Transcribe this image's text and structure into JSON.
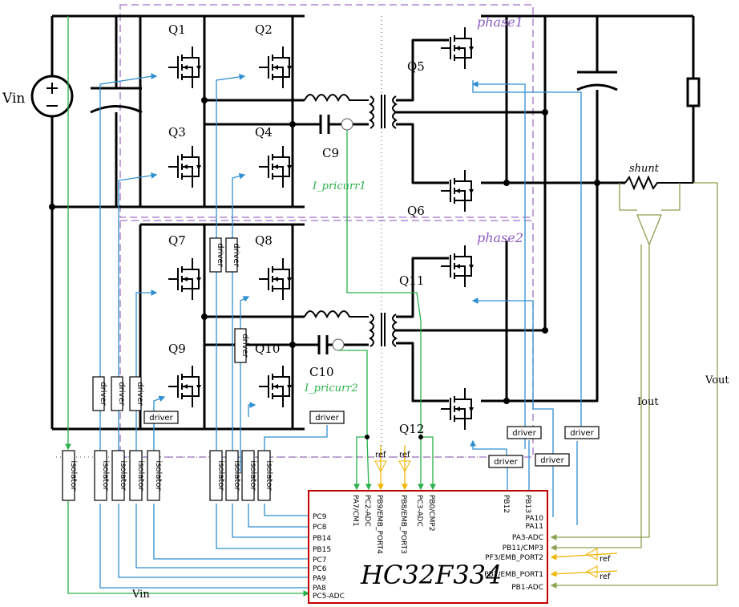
{
  "labels": {
    "vin": "Vin",
    "vin_bottom": "Vin",
    "q1": "Q1",
    "q2": "Q2",
    "q3": "Q3",
    "q4": "Q4",
    "q5": "Q5",
    "q6": "Q6",
    "q7": "Q7",
    "q8": "Q8",
    "q9": "Q9",
    "q10": "Q10",
    "q11": "Q11",
    "q12": "Q12",
    "c9": "C9",
    "c10": "C10",
    "phase1": "phase1",
    "phase2": "phase2",
    "i_pricurr1": "I_pricurr1",
    "i_pricurr2": "I_pricurr2",
    "shunt": "shunt",
    "iout": "Iout",
    "vout": "Vout",
    "ref": "ref",
    "mcu": "HC32F334"
  },
  "blocks": {
    "driver": "driver",
    "isolator": "isolator"
  },
  "mcu_pins": {
    "left": [
      "PC9",
      "PC8",
      "PB14",
      "PB15",
      "PC7",
      "PC6",
      "PA9",
      "PA8",
      "PC5-ADC"
    ],
    "top": [
      "PA7/CM1",
      "PC2-ADC",
      "PB9/EMB_PORT4",
      "PB8/EMB_PORT3",
      "PC3-ADC",
      "PB0/CMP2"
    ],
    "top_right": [
      "PB12",
      "PB13"
    ],
    "right": [
      "PA10",
      "PA11",
      "PA3-ADC",
      "PB11/CMP3",
      "PF3/EMB_PORT2",
      "PB7/EMB_PORT1",
      "PB1-ADC"
    ]
  },
  "colors": {
    "gate_signal": "#2f8fd0",
    "current_sense": "#2bb04a",
    "output_sense": "#8ca050",
    "reference": "#f0b400",
    "phase_box": "#a070c8",
    "mcu_border": "#c00000"
  }
}
